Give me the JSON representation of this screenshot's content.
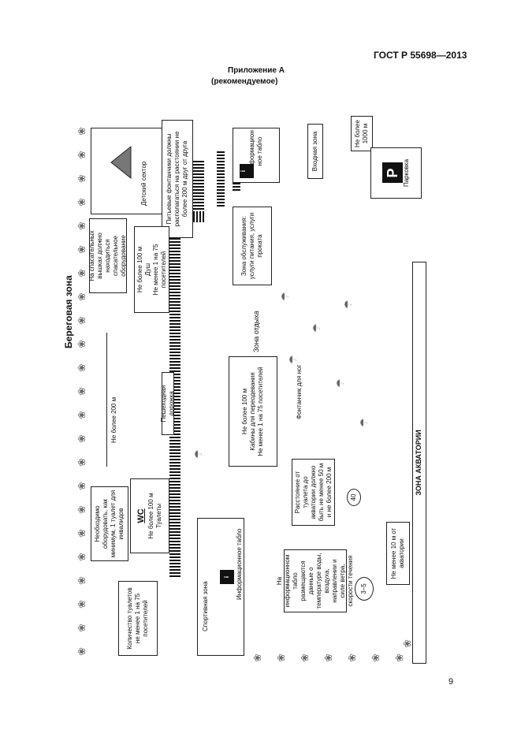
{
  "header": {
    "standard": "ГОСТ Р 55698—2013",
    "appendix_title": "Приложение А",
    "appendix_sub": "(рекомендуемое)"
  },
  "page_number": "9",
  "diagram": {
    "zone_title": "Береговая зона",
    "sea_zone": "ЗОНА АКВАТОРИИ",
    "rest_zone": "Зона отдыха",
    "kids_center": "Детский сектор",
    "drink_fountains": "Питьевые фонтанчики должны располагаться на расстоянии не более 200 м друг от друга",
    "info_board_top": "Информацион ное табло",
    "entrance": "Входная зона",
    "not_more_1000": "Не более 1000 м",
    "parking": "Парковка",
    "rescue_towers": "На спасательных вышках должно находиться спасательное оборудование",
    "shower_dist": "Не более 100 м",
    "shower": "Душ",
    "shower_ratio": "Не менее 1 на 75 посетителей",
    "service_zone": "Зона обслуживания: услуги питания, услуги проката",
    "not_more_200": "Не более 200 м",
    "walkway": "Пешеходная дорожка",
    "cabin_dist": "Не более 100 м",
    "cabins": "Кабины для переодевания",
    "cabin_ratio": "Не менее 1 на 75 посетителей",
    "foot_fountain": "Фонтанчик для ног",
    "disabled_note": "Необходимо оборудовать, как минимум, 1 туалет для инвалидов",
    "toilet_dist": "Не более 100 м",
    "toilets": "Туалеты",
    "wc": "WC",
    "toilet_to_water": "Расстояние от туалета до акватории должно быть не менее 50 м и не более 200 м",
    "dist_40": "40",
    "toilet_count": "Количество туалетов не менее 1 на 75 посетителей",
    "sport_zone": "Спортивная зона",
    "info_board_bottom": "Информационное табло",
    "board_data": "На информационном табло размещаются данные о температуре воды, воздуха, направлении и силе ветра, скорости течения",
    "dist_3_5": "3–5",
    "not_less_10": "Не менее 10 м от акватории"
  }
}
